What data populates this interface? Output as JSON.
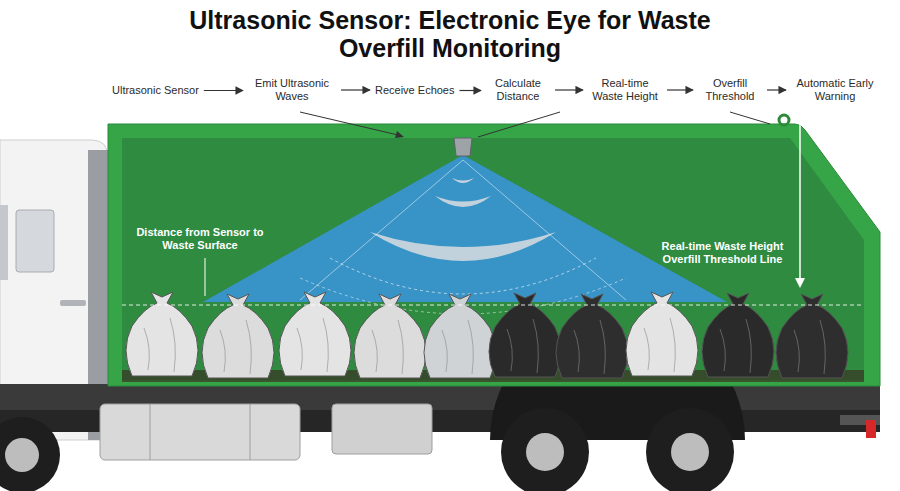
{
  "diagram": {
    "title": "Ultrasonic Sensor: Electronic Eye for Waste Overfill Monitoring",
    "nodes": [
      {
        "text": [
          "Ultrasonic Sensor"
        ]
      },
      {
        "text": [
          "Emit Ultrasonic Waves"
        ]
      },
      {
        "text": [
          "Receive Echoes"
        ]
      },
      {
        "text": [
          "Calculate Distance"
        ]
      },
      {
        "text": [
          "Real-time Waste Height"
        ]
      },
      {
        "text": [
          "Overfill Threshold"
        ]
      },
      {
        "text": [
          "Automatic Early Warning"
        ]
      }
    ],
    "edges": [
      {
        "from": 0,
        "to": 1,
        "arrow": "to"
      },
      {
        "from": 1,
        "to": 2,
        "arrow": "to"
      },
      {
        "from": 2,
        "to": 3,
        "arrow": "to"
      },
      {
        "from": 3,
        "to": 4,
        "arrow": "to"
      },
      {
        "from": 4,
        "to": 5,
        "arrow": "to"
      },
      {
        "from": 5,
        "to": 6,
        "arrow": "to"
      }
    ],
    "labels": [
      "Distance from Sensor to Waste Surface",
      "Real-time Waste Height Overfill Threshold Line"
    ]
  }
}
